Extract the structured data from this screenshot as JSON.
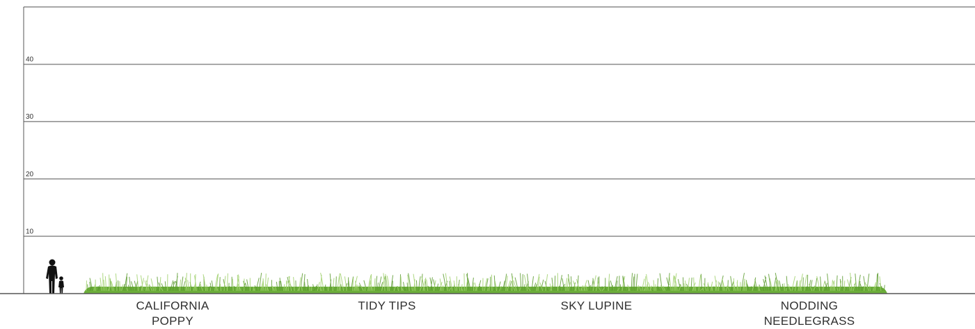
{
  "chart_data": {
    "type": "other",
    "title": "",
    "xlabel": "",
    "ylabel": "",
    "ylim": [
      0,
      50
    ],
    "y_ticks": [
      10,
      20,
      30,
      40
    ],
    "grid": true,
    "grid_lines_at": [
      10,
      20,
      30,
      40,
      50
    ],
    "series": [
      {
        "name": "CALIFORNIA POPPY",
        "label_lines": [
          "CALIFORNIA",
          "POPPY"
        ]
      },
      {
        "name": "TIDY TIPS",
        "label_lines": [
          "TIDY TIPS"
        ]
      },
      {
        "name": "SKY LUPINE",
        "label_lines": [
          "SKY LUPINE"
        ]
      },
      {
        "name": "NODDING NEEDLEGRASS",
        "label_lines": [
          "NODDING",
          "NEEDLEGRASS"
        ]
      }
    ],
    "ground_cover": {
      "color": "#6cae3a",
      "height": 2
    },
    "human_scale": {
      "icons": [
        "adult-silhouette-icon",
        "child-silhouette-icon"
      ],
      "color": "#111111"
    }
  },
  "colors": {
    "grid": "#8a8a8a",
    "axis": "#555555",
    "grass_dark": "#5a9a2e",
    "grass_light": "#9fd06b"
  }
}
